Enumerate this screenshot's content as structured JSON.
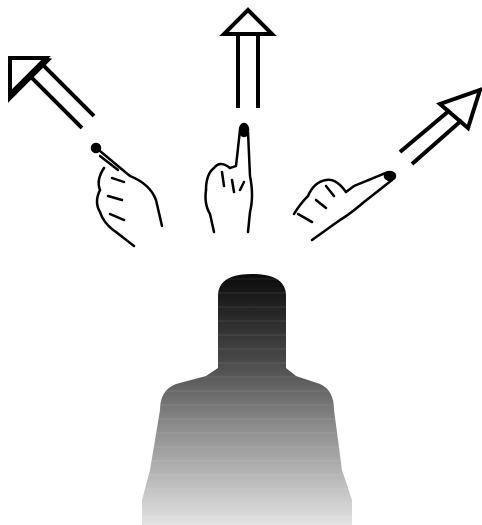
{
  "figure": {
    "background": "#ffffff",
    "stroke_color": "#000000",
    "person_gradient": {
      "head_top": "#0a0a0a",
      "body_bottom": "#e0e0e0"
    },
    "gestures": [
      {
        "direction": "up-left",
        "icon": "pointing-hand-left-icon"
      },
      {
        "direction": "up",
        "icon": "pointing-hand-up-icon"
      },
      {
        "direction": "up-right",
        "icon": "pointing-hand-right-icon"
      }
    ]
  }
}
